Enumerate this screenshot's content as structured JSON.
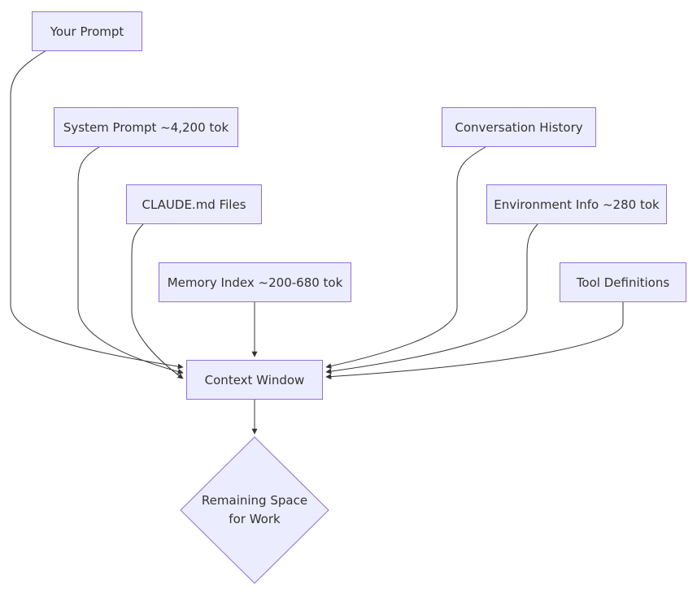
{
  "diagram": {
    "type": "flowchart",
    "colors": {
      "background": "#ffffff",
      "node_fill": "#ECECFF",
      "node_border": "#9370DB",
      "edge_stroke": "#333333",
      "text": "#333333"
    },
    "nodes": [
      {
        "id": "your-prompt",
        "shape": "rect",
        "label": "Your Prompt"
      },
      {
        "id": "system-prompt",
        "shape": "rect",
        "label": "System Prompt ~4,200 tok"
      },
      {
        "id": "conversation-history",
        "shape": "rect",
        "label": "Conversation History"
      },
      {
        "id": "claude-md-files",
        "shape": "rect",
        "label": "CLAUDE.md Files"
      },
      {
        "id": "environment-info",
        "shape": "rect",
        "label": "Environment Info ~280 tok"
      },
      {
        "id": "memory-index",
        "shape": "rect",
        "label": "Memory Index ~200-680 tok"
      },
      {
        "id": "tool-definitions",
        "shape": "rect",
        "label": "Tool Definitions"
      },
      {
        "id": "context-window",
        "shape": "rect",
        "label": "Context Window"
      },
      {
        "id": "remaining-space",
        "shape": "diamond",
        "label": "Remaining Space for Work",
        "label_line1": "Remaining Space",
        "label_line2": "for Work"
      }
    ],
    "edges": [
      {
        "from": "your-prompt",
        "to": "context-window"
      },
      {
        "from": "system-prompt",
        "to": "context-window"
      },
      {
        "from": "claude-md-files",
        "to": "context-window"
      },
      {
        "from": "memory-index",
        "to": "context-window"
      },
      {
        "from": "conversation-history",
        "to": "context-window"
      },
      {
        "from": "environment-info",
        "to": "context-window"
      },
      {
        "from": "tool-definitions",
        "to": "context-window"
      },
      {
        "from": "context-window",
        "to": "remaining-space"
      }
    ]
  }
}
